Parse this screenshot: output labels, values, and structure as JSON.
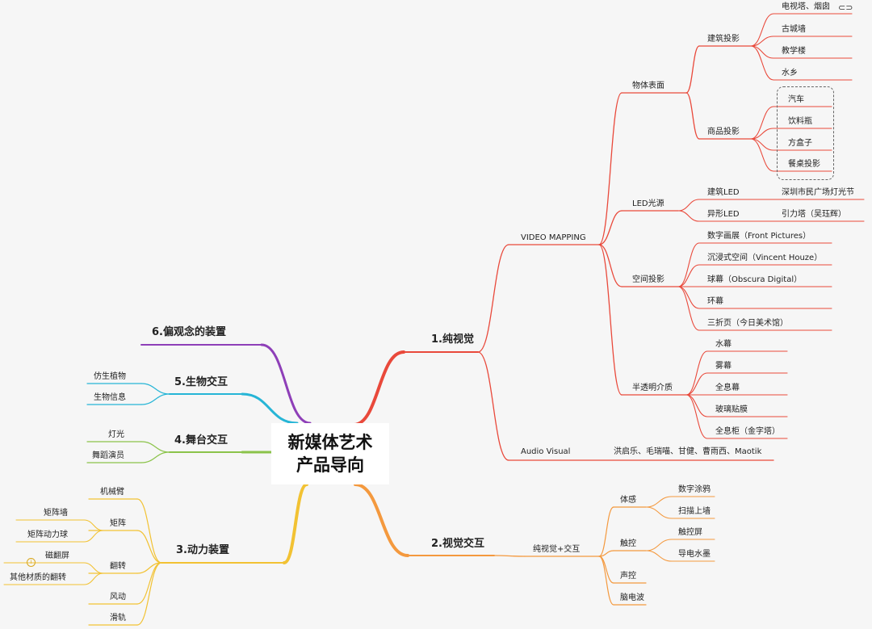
{
  "root": {
    "line1": "新媒体艺术",
    "line2": "产品导向"
  },
  "branches": {
    "b1": {
      "label": "1.纯视觉",
      "color": "#e9493b",
      "video_mapping": {
        "label": "VIDEO MAPPING",
        "object_surface": {
          "label": "物体表面",
          "building": {
            "label": "建筑投影",
            "items": [
              "电视塔、烟囱",
              "古城墙",
              "教学楼",
              "水乡"
            ]
          },
          "product": {
            "label": "商品投影",
            "items": [
              "汽车",
              "饮料瓶",
              "方盒子",
              "餐桌投影"
            ]
          }
        },
        "led": {
          "label": "LED光源",
          "items": [
            {
              "label": "建筑LED",
              "example": "深圳市民广场灯光节"
            },
            {
              "label": "异形LED",
              "example": "引力塔（吴珏辉）"
            }
          ]
        },
        "space": {
          "label": "空间投影",
          "items": [
            "数字画展（Front Pictures）",
            "沉浸式空间（Vincent Houze）",
            "球幕（Obscura Digital）",
            "环幕",
            "三折页（今日美术馆）"
          ]
        },
        "translucent": {
          "label": "半透明介质",
          "items": [
            "水幕",
            "雾幕",
            "全息幕",
            "玻璃贴膜",
            "全息柜（金字塔）"
          ]
        }
      },
      "audio_visual": {
        "label": "Audio Visual",
        "example": "洪启乐、毛瑞喵、甘健、曹雨西、Maotik"
      }
    },
    "b2": {
      "label": "2.视觉交互",
      "color": "#f4993e",
      "sub": "纯视觉+交互",
      "groups": [
        {
          "label": "体感",
          "items": [
            "数字涂鸦",
            "扫描上墙"
          ]
        },
        {
          "label": "触控",
          "items": [
            "触控屏",
            "导电水墨"
          ]
        },
        {
          "label": "声控",
          "items": []
        },
        {
          "label": "脑电波",
          "items": []
        }
      ]
    },
    "b3": {
      "label": "3.动力装置",
      "color": "#f2c233",
      "groups": [
        {
          "label": "机械臂",
          "items": []
        },
        {
          "label": "矩阵",
          "items": [
            "矩阵墙",
            "矩阵动力球"
          ]
        },
        {
          "label": "翻转",
          "items": [
            "磁翻屏",
            "其他材质的翻转"
          ]
        },
        {
          "label": "风动",
          "items": []
        },
        {
          "label": "滑轨",
          "items": []
        }
      ],
      "note_marker": "i"
    },
    "b4": {
      "label": "4.舞台交互",
      "color": "#8bc34a",
      "items": [
        "灯光",
        "舞蹈演员"
      ]
    },
    "b5": {
      "label": "5.生物交互",
      "color": "#26b5d6",
      "items": [
        "仿生植物",
        "生物信息"
      ]
    },
    "b6": {
      "label": "6.偏观念的装置",
      "color": "#8e3fb8"
    }
  },
  "icons": {
    "link_icon": "⊂⊃"
  }
}
